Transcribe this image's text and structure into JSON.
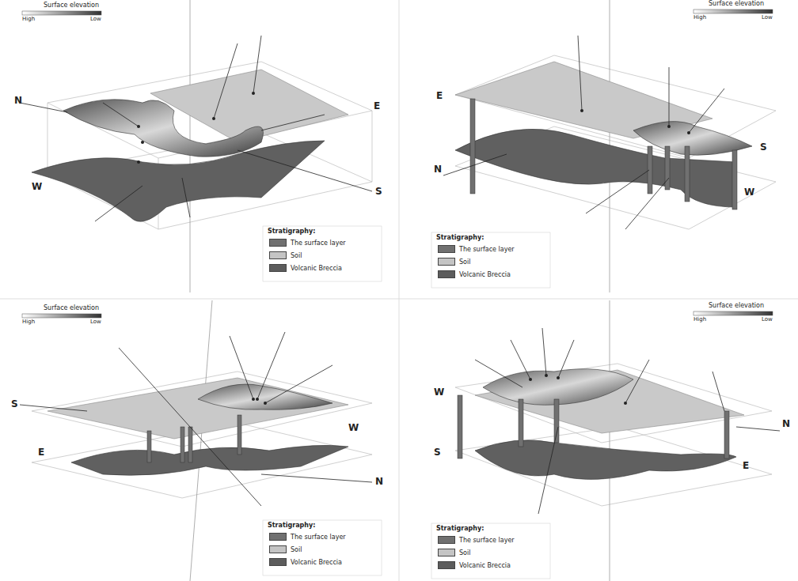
{
  "diagram": {
    "labels": [
      "Surface elevation",
      "High",
      "Low",
      "Stratigraphy:",
      "N",
      "E",
      "W",
      "S",
      "Surface elevation",
      "High",
      "Low",
      "Stratigraphy:",
      "E",
      "N",
      "W",
      "S",
      "Surface elevation",
      "High",
      "Low",
      "Stratigraphy:",
      "S",
      "E",
      "W",
      "N",
      "Surface elevation",
      "High",
      "Low",
      "Stratigraphy:",
      "W",
      "S",
      "N",
      "E"
    ],
    "legend": [
      {
        "text": "The surface layer",
        "color": "#707070"
      },
      {
        "text": "Soil",
        "color": "#c4c4c4"
      },
      {
        "text": "Volcanic Breccia",
        "color": "#5c5c5c"
      },
      {
        "text": "The surface layer",
        "color": "#707070"
      },
      {
        "text": "Soil",
        "color": "#c4c4c4"
      },
      {
        "text": "Volcanic Breccia",
        "color": "#5c5c5c"
      },
      {
        "text": "The surface layer",
        "color": "#707070"
      },
      {
        "text": "Soil",
        "color": "#c4c4c4"
      },
      {
        "text": "Volcanic Breccia",
        "color": "#5c5c5c"
      },
      {
        "text": "The surface layer",
        "color": "#707070"
      },
      {
        "text": "Soil",
        "color": "#c4c4c4"
      },
      {
        "text": "Volcanic Breccia",
        "color": "#5c5c5c"
      }
    ]
  }
}
